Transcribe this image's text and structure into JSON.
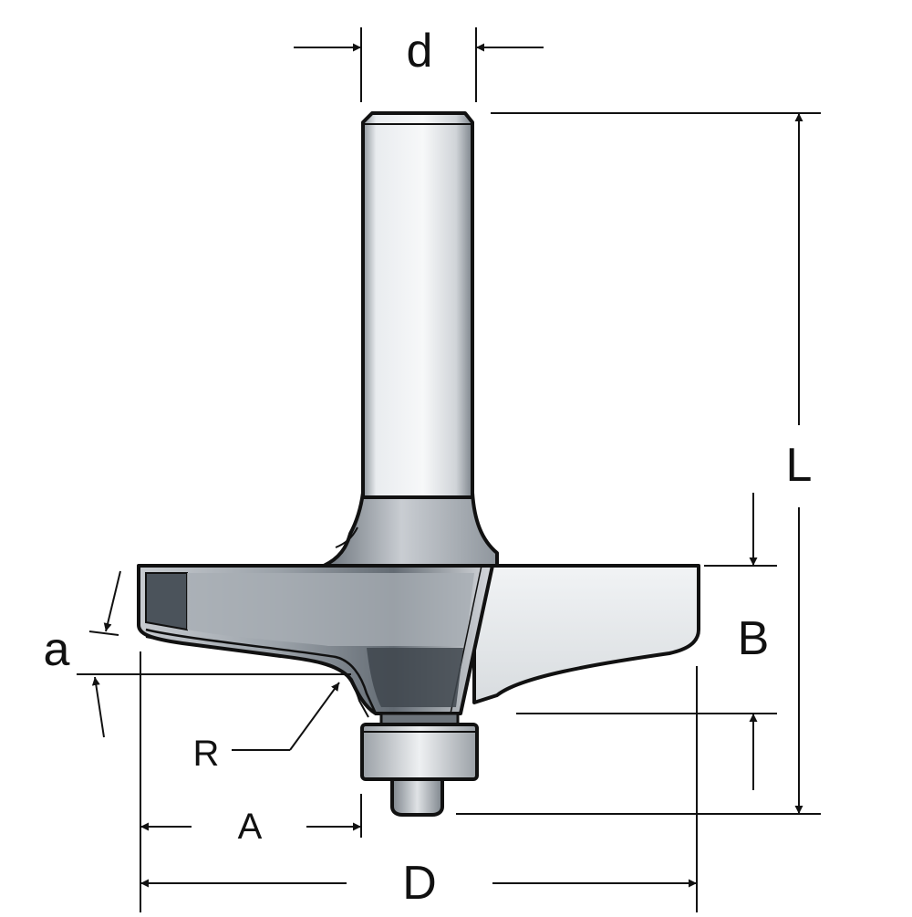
{
  "labels": {
    "d": "d",
    "L": "L",
    "B": "B",
    "a": "a",
    "R": "R",
    "A": "A",
    "D": "D"
  },
  "colors": {
    "outline": "#111111",
    "metal_light": "#e6e9ec",
    "metal_mid": "#b9bec4",
    "metal_dark": "#5f6770"
  }
}
